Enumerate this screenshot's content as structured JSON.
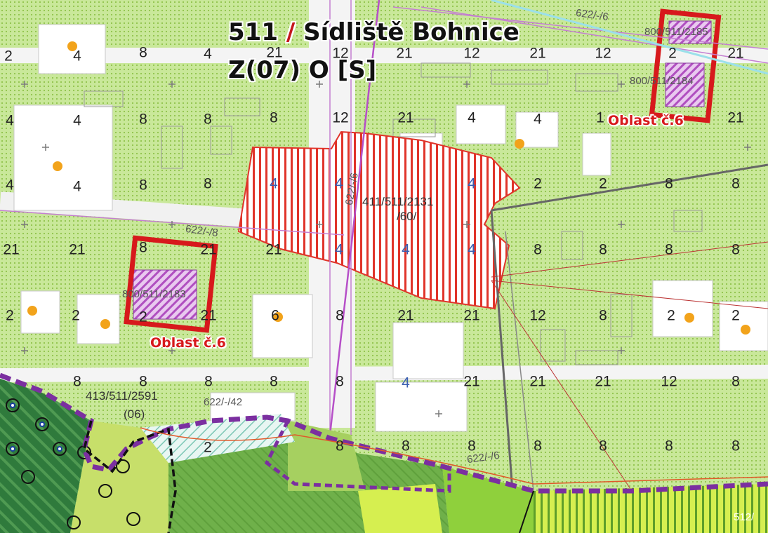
{
  "map": {
    "title": {
      "code": "511",
      "slash": "/",
      "name": "Sídliště Bohnice",
      "zone": "Z(07) O [S]"
    },
    "callouts": {
      "area_right": "Oblast č.6",
      "area_left": "Oblast č.6"
    },
    "parcel_codes": {
      "central_line1": "411/511/2131",
      "central_line2": "/60/",
      "south_line1": "413/511/2591",
      "south_line2": "(06)",
      "top_right_upper": "800/511/2185",
      "top_right_lower": "800/511/2184",
      "left_box": "800/511/2183",
      "road_top": "622/-/6",
      "road_mid": "622/-/8",
      "road_south": "622/-/42",
      "road_bottom": "622/-/6",
      "road_vertical": "622/-/6",
      "bottom_right": "512/"
    },
    "numbers": {
      "r1a": "2",
      "r1b": "4",
      "r1c": "8",
      "r1d": "4",
      "r1e": "21",
      "r1f": "12",
      "r1g": "21",
      "r1h": "12",
      "r1i": "21",
      "r1j": "12",
      "r1k": "2",
      "r1l": "21",
      "r2a": "4",
      "r2b": "4",
      "r2c": "8",
      "r2d": "8",
      "r2e": "8",
      "r2f": "12",
      "r2g": "21",
      "r2h": "4",
      "r2i": "4",
      "r2j": "1",
      "r2k": "21",
      "r3a": "4",
      "r3b": "4",
      "r3c": "8",
      "r3d": "8",
      "r3e": "4",
      "r3f": "4",
      "r3g": "4",
      "r3h": "2",
      "r3i": "2",
      "r3j": "8",
      "r3k": "8",
      "r4a": "21",
      "r4b": "21",
      "r4c": "8",
      "r4d": "21",
      "r4e": "21",
      "r4f": "4",
      "r4g": "4",
      "r4h": "4",
      "r4i": "8",
      "r4j": "8",
      "r4k": "8",
      "r4l": "8",
      "r5a": "2",
      "r5b": "2",
      "r5c": "2",
      "r5d": "21",
      "r5e": "6",
      "r5f": "8",
      "r5g": "21",
      "r5h": "21",
      "r5i": "12",
      "r5j": "8",
      "r5k": "2",
      "r5l": "2",
      "r6a": "8",
      "r6b": "8",
      "r6c": "8",
      "r6d": "8",
      "r6e": "8",
      "r6f": "4",
      "r6g": "21",
      "r6h": "21",
      "r6i": "21",
      "r6j": "12",
      "r6k": "8",
      "r7a": "2",
      "r7b": "8",
      "r7c": "8",
      "r7d": "8",
      "r7e": "8",
      "r7f": "8",
      "r7g": "8",
      "r7h": "8"
    },
    "colors": {
      "residential_green": "#c9e89a",
      "dot_green": "#8fc24a",
      "building_white": "#ffffff",
      "road_grey": "#f4f4f4",
      "hatch_red": "#e0342a",
      "hatch_violet": "#b04fc0",
      "callout_red": "#d7191c",
      "forest_dark": "#2f7a3c",
      "forest_mid": "#6fb04a",
      "park_yellow": "#d6ef50",
      "boundary_purple": "#7b2fa0",
      "civic_orange": "#f2a31b"
    }
  }
}
